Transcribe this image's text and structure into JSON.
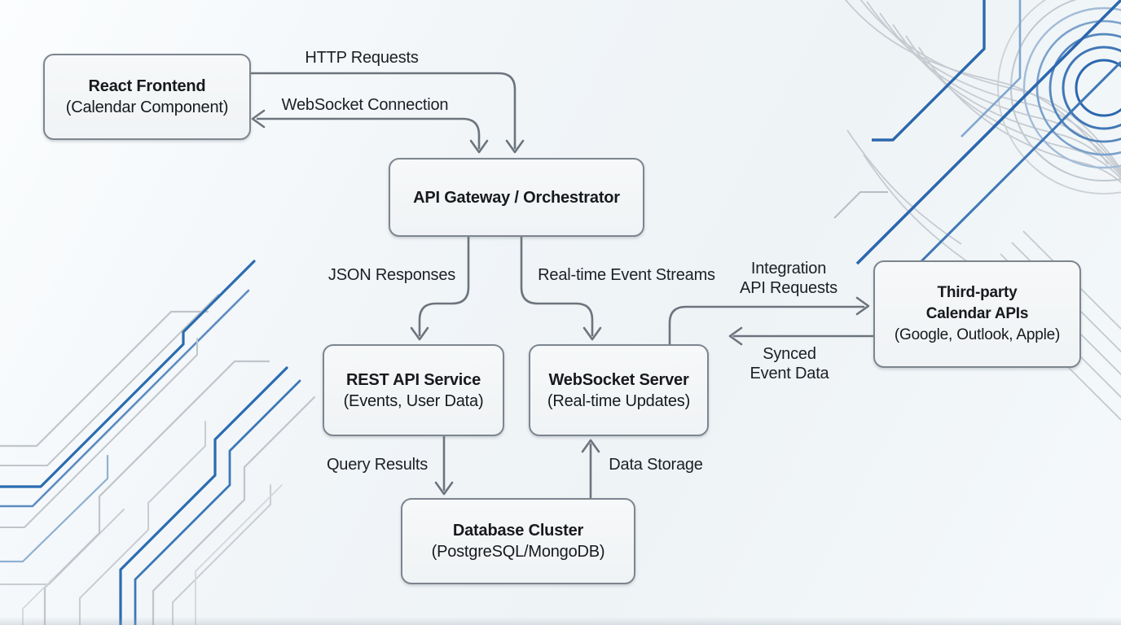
{
  "colors": {
    "accent_blue": "#2b67ae",
    "medium_blue": "#517fb4",
    "light_blue": "#8fb0d3",
    "trace_gray": "#c4c9ce",
    "arrow_gray": "#6d747d",
    "node_border": "#7d858f",
    "node_fill": "#f3f5f7",
    "text": "#17191d"
  },
  "nodes": {
    "react_frontend": {
      "line1": "React Frontend",
      "line2": "(Calendar Component)"
    },
    "api_gateway": {
      "line1": "API Gateway / Orchestrator"
    },
    "rest_api": {
      "line1": "REST API Service",
      "line2": "(Events, User Data)"
    },
    "websocket_server": {
      "line1": "WebSocket Server",
      "line2": "(Real-time Updates)"
    },
    "third_party": {
      "line1": "Third-party",
      "line2": "Calendar APIs",
      "line3": "(Google, Outlook, Apple)"
    },
    "database": {
      "line1": "Database Cluster",
      "line2": "(PostgreSQL/MongoDB)"
    }
  },
  "edges": {
    "http_requests": {
      "label": "HTTP Requests"
    },
    "websocket_connection": {
      "label": "WebSocket Connection"
    },
    "json_responses": {
      "label": "JSON Responses"
    },
    "realtime_event_streams": {
      "label": "Real-time Event Streams"
    },
    "integration_api_requests": {
      "line1": "Integration",
      "line2": "API Requests"
    },
    "synced_event_data": {
      "line1": "Synced",
      "line2": "Event Data"
    },
    "query_results": {
      "label": "Query Results"
    },
    "data_storage": {
      "label": "Data Storage"
    }
  }
}
